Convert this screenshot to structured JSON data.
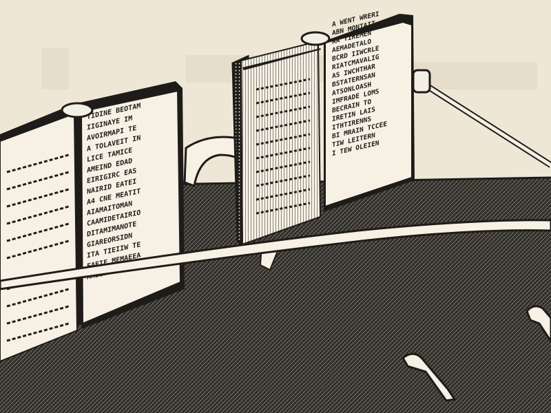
{
  "illustration": {
    "style": "pen-and-ink engraving",
    "colors": {
      "paper": "#efe7d6",
      "ink": "#1e1c19",
      "page": "#f6f1e4",
      "table": "#2c2a26"
    },
    "right_book": {
      "lines": [
        "A WENT WRERI",
        "ABN MONTAIT",
        "AA TIREMEN",
        "AEMADETALO",
        "BCRD IIWCRLE",
        "RIATCMAVALIG",
        "AS IWCHTHAR",
        "BSTATERNSAN",
        "ATSONLOASH",
        "IMFRADE LOMS",
        "BECRAIN TO",
        "IRETIN LAIS",
        "ITHTIRENNS",
        "BI MRAIN TCCEE",
        "TIW LEITERN",
        "I TEW OLEIEN"
      ]
    },
    "left_book": {
      "lines": [
        "TIDINE BEOTAM",
        "IIGINAYE IM",
        "AVOIRMAPI TE",
        "A TOLAVEIT IN",
        "LICE TAMICE",
        "AMEIND EDAD",
        "EIRIGIRC EAS",
        "NAIRID EATEI",
        "A4 CNE MEATIT",
        "AIAMAITOMAN",
        "CAAMIDETAIRIO",
        "DITAMIMANOTE",
        "GIAREORSIDN",
        "ITA TIEIIW TE",
        "FAEIE MEMAEEA",
        "AREIRTA NEDE"
      ]
    }
  }
}
